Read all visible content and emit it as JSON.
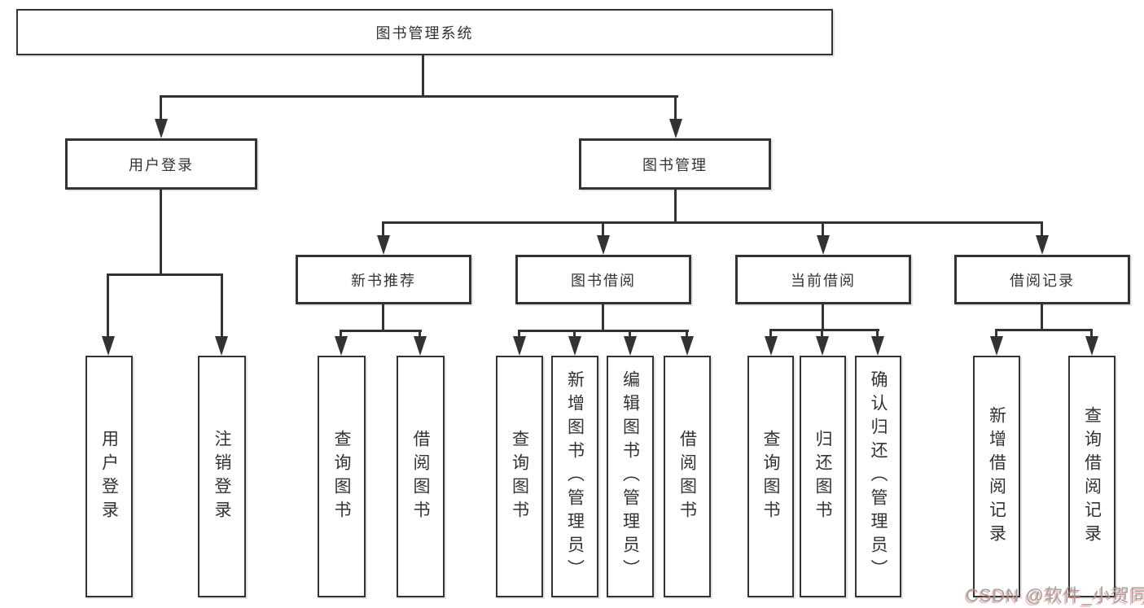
{
  "diagram_title": "图书管理系统",
  "tree": {
    "root": {
      "label": "图书管理系统",
      "children": [
        {
          "label": "用户登录",
          "children": [
            {
              "label": "用户登录"
            },
            {
              "label": "注销登录"
            }
          ]
        },
        {
          "label": "图书管理",
          "children": [
            {
              "label": "新书推荐",
              "children": [
                {
                  "label": "查询图书"
                },
                {
                  "label": "借阅图书"
                }
              ]
            },
            {
              "label": "图书借阅",
              "children": [
                {
                  "label": "查询图书"
                },
                {
                  "label": "新增图书（管理员）"
                },
                {
                  "label": "编辑图书（管理员）"
                },
                {
                  "label": "借阅图书"
                }
              ]
            },
            {
              "label": "当前借阅",
              "children": [
                {
                  "label": "查询图书"
                },
                {
                  "label": "归还图书"
                },
                {
                  "label": "确认归还（管理员）"
                }
              ]
            },
            {
              "label": "借阅记录",
              "children": [
                {
                  "label": "新增借阅记录"
                },
                {
                  "label": "查询借阅记录"
                }
              ]
            }
          ]
        }
      ]
    }
  },
  "watermark": {
    "text": "CSDN @软件_小贺同学"
  },
  "colors": {
    "line": "#333333",
    "text": "#333333",
    "background": "#ffffff",
    "watermark": "#9c9c9c",
    "watermark_shadow": "#e05a4c"
  }
}
